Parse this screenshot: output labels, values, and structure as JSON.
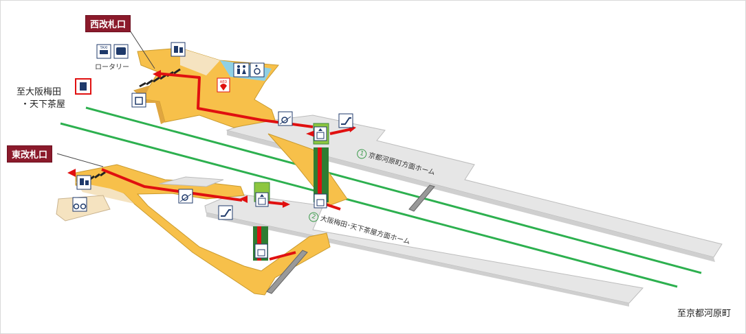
{
  "gates": {
    "west": "西改札口",
    "east": "東改札口"
  },
  "destinations": {
    "osaka_line1": "至大阪梅田",
    "osaka_line2": "・天下茶屋",
    "kyoto": "至京都河原町"
  },
  "rotary_label": "ロータリー",
  "platforms": [
    {
      "number": "1",
      "label": "京都河原町方面ホーム"
    },
    {
      "number": "2",
      "label": "大阪梅田･天下茶屋方面ホーム"
    }
  ],
  "icons": [
    "taxi-icon",
    "bus-icon",
    "ticket-vending-icon",
    "toilet-icon",
    "wheelchair-icon",
    "aed-icon",
    "elevator-icon",
    "escalator-icon",
    "wheelchair-ramp-icon",
    "bicycle-parking-icon",
    "shop-icon",
    "coin-locker-icon"
  ],
  "colors": {
    "concourse": "#f7c04a",
    "platform": "#e8e8e8",
    "route": "#e01010",
    "track": "#2db04f",
    "gate_label": "#8b1a2b",
    "elevator": "#3a8a3a"
  }
}
